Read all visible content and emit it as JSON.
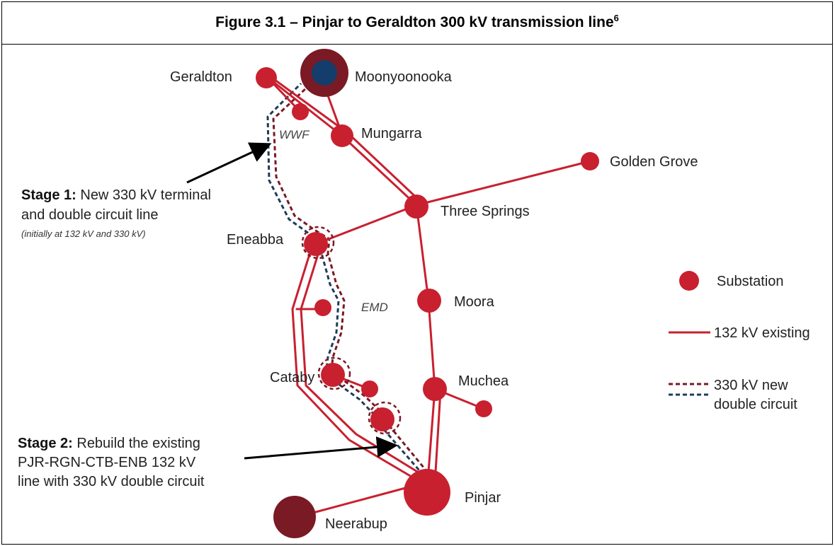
{
  "title": {
    "main": "Figure 3.1 – Pinjar to Geraldton 300 kV transmission line",
    "footnote": "6"
  },
  "colors": {
    "existing_132kv": "#c8202f",
    "new_330kv_a": "#7a1a24",
    "new_330kv_b": "#1d3d57",
    "substation": "#c8202f",
    "terminal_dark": "#7a1a24",
    "moonyoonooka_core": "#143d6b"
  },
  "places": {
    "geraldton": "Geraldton",
    "moonyoonooka": "Moonyoonooka",
    "mungarra": "Mungarra",
    "golden_grove": "Golden Grove",
    "three_springs": "Three Springs",
    "eneabba": "Eneabba",
    "moora": "Moora",
    "cataby": "Cataby",
    "muchea": "Muchea",
    "pinjar": "Pinjar",
    "neerabup": "Neerabup",
    "wwf": "WWF",
    "emd": "EMD"
  },
  "stage1": {
    "head": "Stage 1:",
    "line1_rest": " New 330 kV terminal",
    "line2": "and double circuit line",
    "note": "(initially at 132 kV and 330 kV)"
  },
  "stage2": {
    "head": "Stage 2:",
    "line1_rest": " Rebuild the existing",
    "line2": "PJR-RGN-CTB-ENB 132 kV",
    "line3": "line with 330 kV double circuit"
  },
  "legend": {
    "substation": "Substation",
    "existing": "132 kV existing",
    "new_line1": "330 kV new",
    "new_line2": "double circuit"
  }
}
